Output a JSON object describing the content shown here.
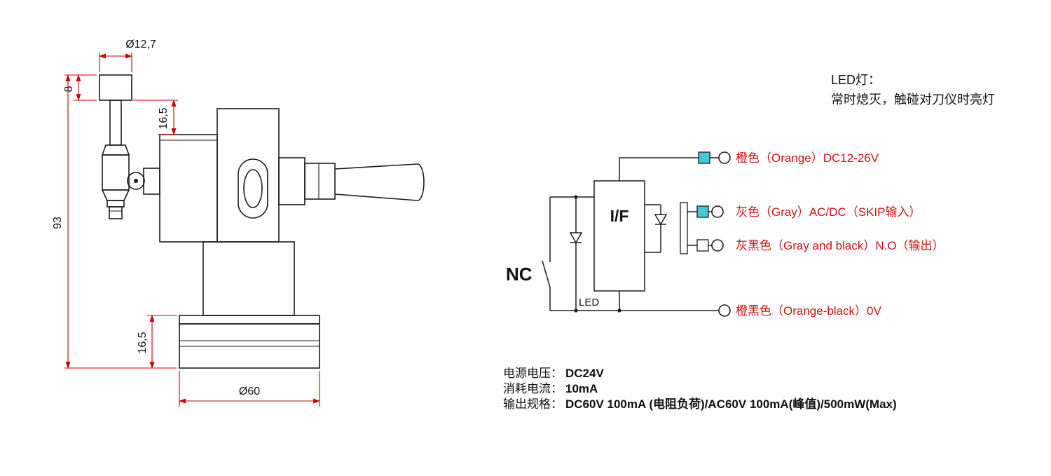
{
  "page": {
    "background": "#ffffff"
  },
  "mech": {
    "dim_color": "#c80000",
    "dims": {
      "top_diameter": "Ø12,7",
      "cap_height": "8",
      "upper_offset": "16,5",
      "total_height": "93",
      "base_height": "16,5",
      "base_diameter": "Ø60"
    }
  },
  "circuit": {
    "led_note": {
      "line1": "LED灯：",
      "line2": "常时熄灭，触碰对刀仪时亮灯"
    },
    "nc_label": "NC",
    "if_label": "I/F",
    "led_label": "LED",
    "wires": {
      "orange": "橙色（Orange）DC12-26V",
      "gray": "灰色（Gray）AC/DC（SKIP输入）",
      "gray_black": "灰黑色（Gray and black）N.O（输出）",
      "orange_black": "橙黑色（Orange-black）0V"
    },
    "colors": {
      "wire_label_red": "#cc1111",
      "connector_cyan": "#3fcbdb"
    }
  },
  "specs": {
    "rows": [
      {
        "label": "电源电压：",
        "value": "DC24V"
      },
      {
        "label": "消耗电流：",
        "value": "10mA"
      },
      {
        "label": "输出规格：",
        "value": "DC60V 100mA (电阻负荷)/AC60V 100mA(峰值)/500mW(Max)"
      }
    ]
  }
}
